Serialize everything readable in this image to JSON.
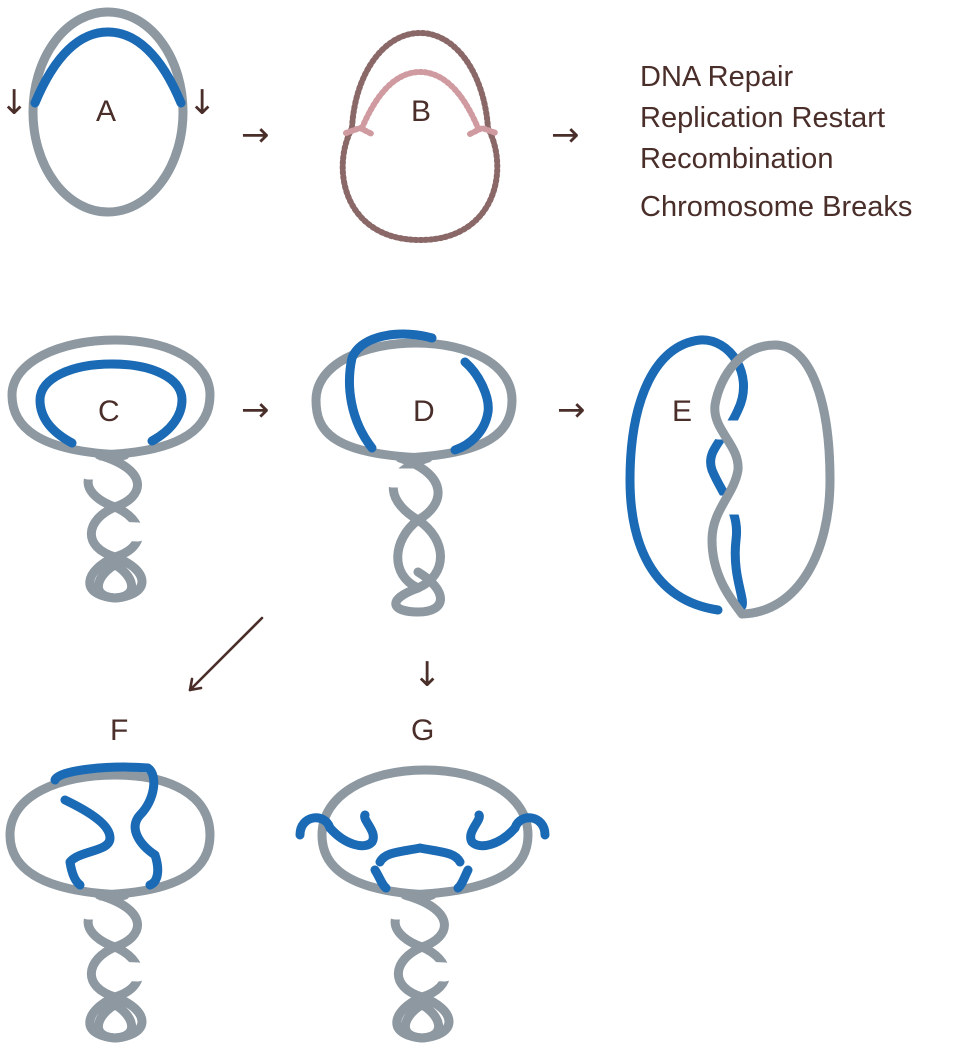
{
  "panels": {
    "a": "A",
    "b": "B",
    "c": "C",
    "d": "D",
    "e": "E",
    "f": "F",
    "g": "G"
  },
  "outcomes": [
    "DNA Repair",
    "Replication Restart",
    "Recombination",
    "Chromosome Breaks"
  ],
  "arrows": {
    "down": "↓",
    "right": "→"
  },
  "colors": {
    "parental_strand": "#8d98a1",
    "nascent_strand": "#1a6ab5",
    "text": "#4a2e2a",
    "b_outline_dark": "#8a6868",
    "b_outline_pink": "#cf9ba0"
  }
}
